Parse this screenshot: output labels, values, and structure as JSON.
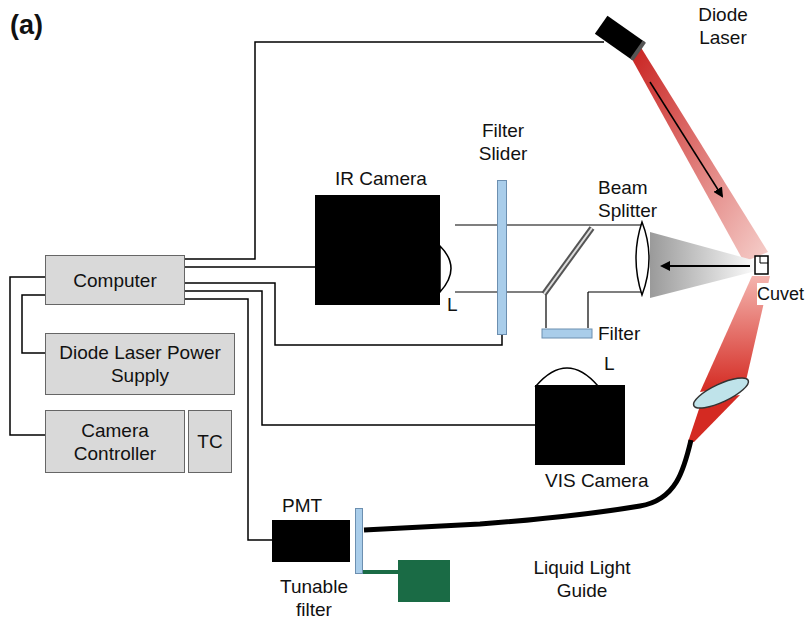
{
  "diagram": {
    "nodes": [
      {
        "text": [
          "Computer"
        ]
      },
      {
        "text": [
          "Diode Laser Power Supply"
        ]
      },
      {
        "text": [
          "Camera Controller"
        ]
      },
      {
        "text": [
          "TC"
        ]
      },
      {
        "text": [
          "IR Camera"
        ]
      },
      {
        "text": [
          "VIS Camera"
        ]
      },
      {
        "text": [
          "PMT"
        ]
      },
      {
        "text": [
          "Filter Slider"
        ]
      },
      {
        "text": [
          "Tunable filter"
        ]
      }
    ],
    "edges": [
      {
        "from": 0,
        "to": 4,
        "arrow": "none"
      },
      {
        "from": 0,
        "to": 7,
        "arrow": "none"
      },
      {
        "from": 0,
        "to": 5,
        "arrow": "none"
      },
      {
        "from": 0,
        "to": 6,
        "arrow": "none"
      },
      {
        "from": 0,
        "to": 1,
        "arrow": "none"
      },
      {
        "from": 0,
        "to": 2,
        "arrow": "none"
      }
    ],
    "labels": [
      "(a)",
      "Diode Laser",
      "Beam Splitter",
      "Cuvet",
      "L",
      "Filter",
      "L",
      "Liquid Light Guide"
    ]
  }
}
